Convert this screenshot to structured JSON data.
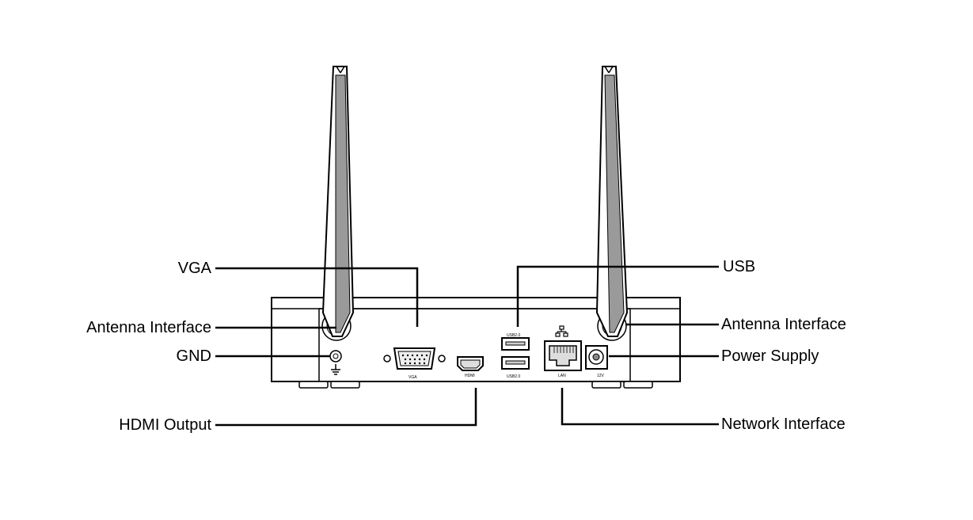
{
  "labels": {
    "vga": "VGA",
    "antenna_left": "Antenna Interface",
    "gnd": "GND",
    "hdmi_output": "HDMI Output",
    "usb": "USB",
    "antenna_right": "Antenna Interface",
    "power_supply": "Power Supply",
    "network_interface": "Network Interface"
  },
  "port_marks": {
    "vga": "VGA",
    "hdmi": "HDMI",
    "usb_top": "USB2.0",
    "usb_bottom": "USB2.0",
    "lan": "LAN",
    "power": "12V"
  },
  "colors": {
    "line": "#000000",
    "body": "#ffffff",
    "antenna_fill": "#9a9a9a"
  }
}
